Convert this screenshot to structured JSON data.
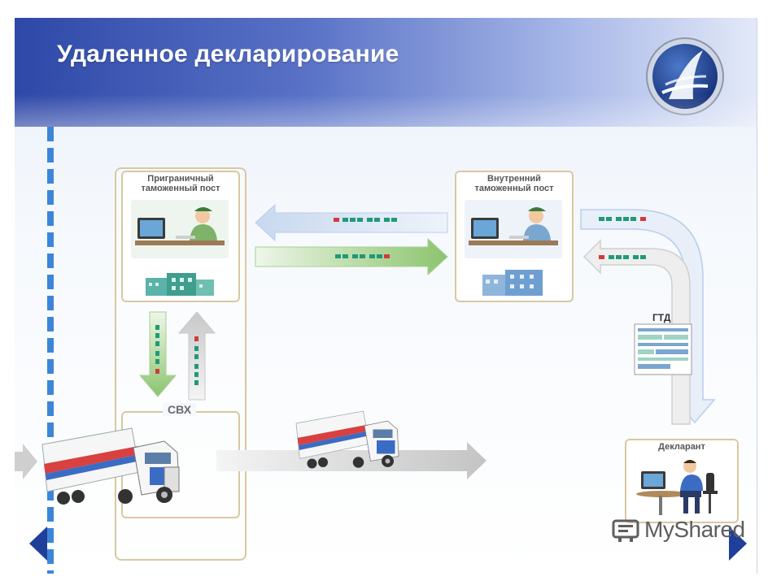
{
  "slide": {
    "title": "Удаленное декларирование",
    "boxes": {
      "border_post_line1": "Приграничный",
      "border_post_line2": "таможенный пост",
      "inland_post_line1": "Внутренний",
      "inland_post_line2": "таможенный пост",
      "warehouse": "СВХ",
      "declarant": "Декларант",
      "document": "ГТД"
    },
    "watermark": "MyShared"
  },
  "colors": {
    "header_dark": "#2e48a8",
    "accent_blue": "#3c86d8",
    "panel_border": "#d8c8a0",
    "arrow_blue": "#b9cdea",
    "arrow_green": "#9ccc80",
    "data_green": "#1f9a78",
    "data_red": "#d23a3a"
  },
  "icons": [
    "logo-emblem-icon",
    "customs-officer-icon",
    "declarant-person-icon",
    "truck-icon",
    "document-icon",
    "nav-prev-icon",
    "nav-next-icon",
    "watermark-logo-icon"
  ]
}
